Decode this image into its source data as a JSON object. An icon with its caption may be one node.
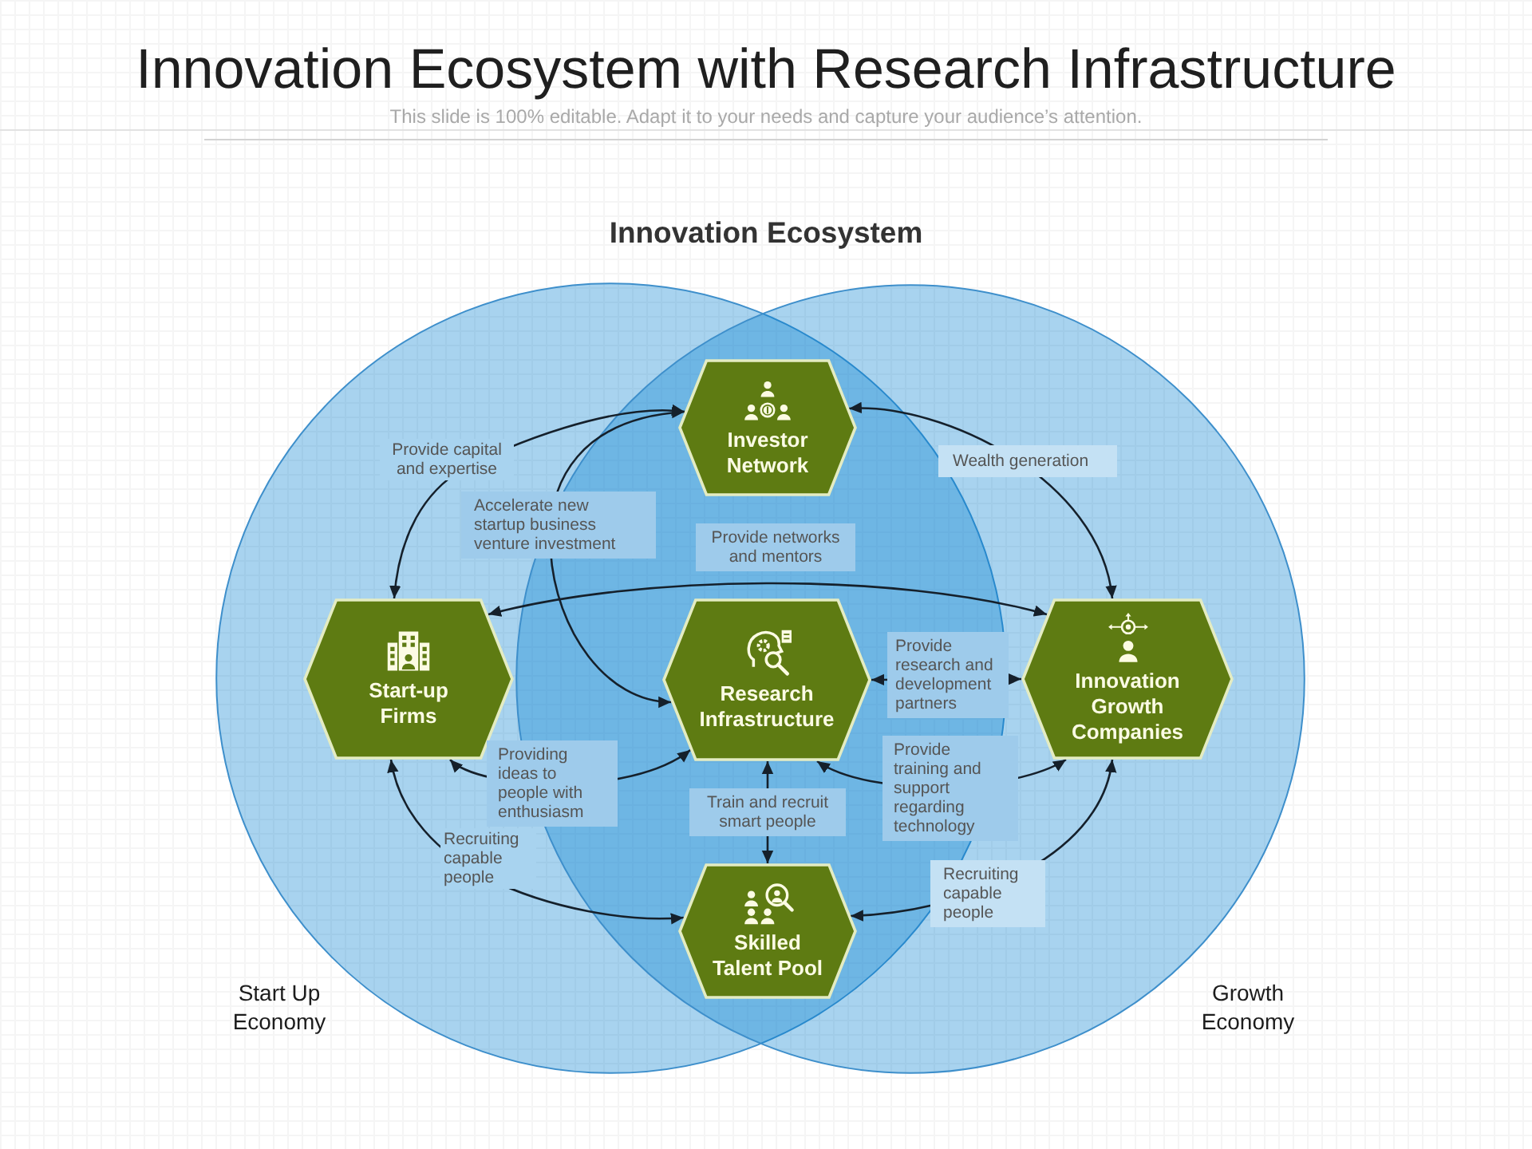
{
  "diagram": {
    "title": "Innovation Ecosystem with Research Infrastructure",
    "nodes": [
      {
        "text": [
          "Start Up Economy"
        ]
      },
      {
        "text": [
          "Growth Economy"
        ]
      },
      {
        "text": [
          "Investor Network"
        ]
      },
      {
        "text": [
          "Start-up Firms"
        ],
        "in": 0
      },
      {
        "text": [
          "Research Infrastructure"
        ]
      },
      {
        "text": [
          "Innovation Growth Companies"
        ],
        "in": 1
      },
      {
        "text": [
          "Skilled Talent Pool"
        ]
      }
    ],
    "edges": [
      {
        "from": 3,
        "to": 2,
        "arrow": "both",
        "label": "Provide capital and expertise"
      },
      {
        "from": 2,
        "to": 4,
        "arrow": "both",
        "label": "Accelerate new startup business venture investment"
      },
      {
        "from": 2,
        "to": 5,
        "arrow": "both",
        "label": "Wealth generation"
      },
      {
        "from": 3,
        "to": 5,
        "arrow": "both",
        "label": "Provide networks and mentors"
      },
      {
        "from": 4,
        "to": 5,
        "arrow": "both",
        "label": "Provide research and development partners"
      },
      {
        "from": 3,
        "to": 4,
        "arrow": "both",
        "label": "Providing ideas to people with enthusiasm"
      },
      {
        "from": 3,
        "to": 6,
        "arrow": "both",
        "label": "Recruiting capable people"
      },
      {
        "from": 4,
        "to": 6,
        "arrow": "both",
        "label": "Train and recruit smart people"
      },
      {
        "from": 4,
        "to": 5,
        "arrow": "both",
        "label": "Provide training and support regarding technology"
      },
      {
        "from": 6,
        "to": 5,
        "arrow": "both",
        "label": "Recruiting capable people"
      }
    ],
    "labels": [
      "This slide is 100% editable. Adapt it to your needs and capture your audience’s attention.",
      "Innovation Ecosystem"
    ]
  }
}
